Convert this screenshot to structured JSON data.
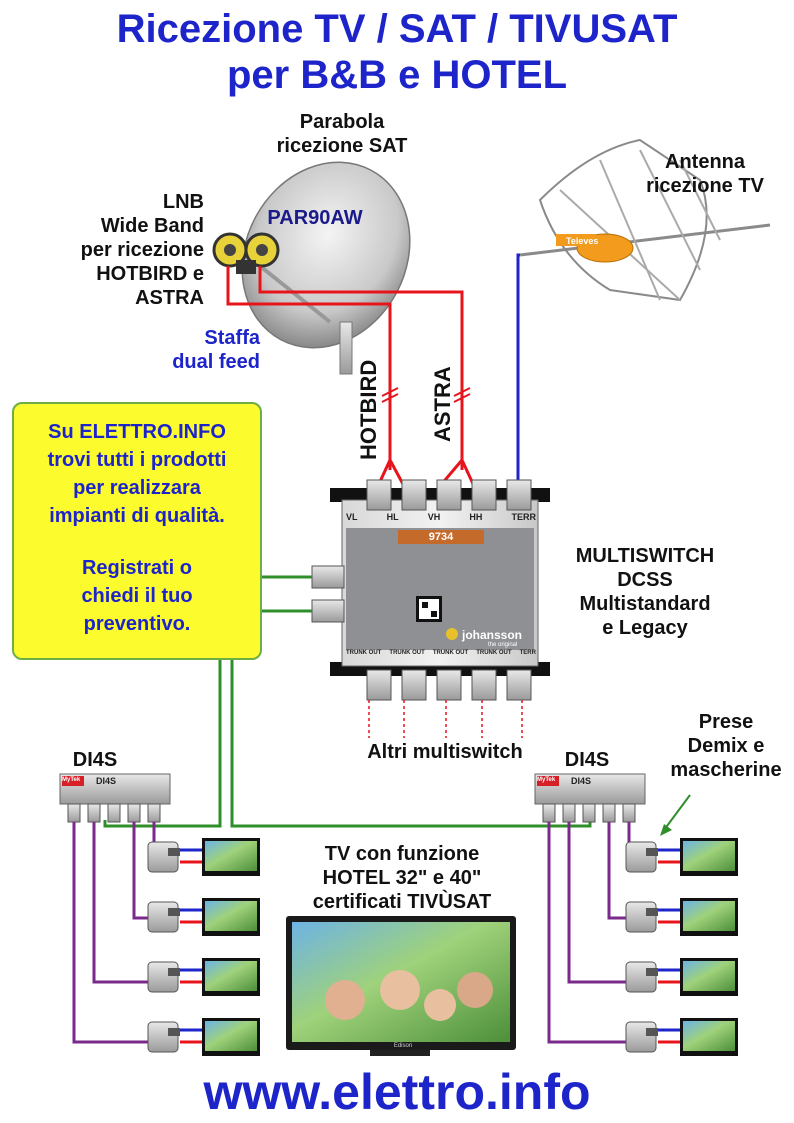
{
  "title": {
    "line1": "Ricezione TV / SAT / TIVUSAT",
    "line2": "per B&B e HOTEL"
  },
  "dish": {
    "label_line1": "Parabola",
    "label_line2": "ricezione SAT",
    "model": "PAR90AW"
  },
  "lnb": {
    "line1": "LNB",
    "line2": "Wide Band",
    "line3": "per ricezione",
    "line4": "HOTBIRD e",
    "line5": "ASTRA"
  },
  "bracket": {
    "line1": "Staffa",
    "line2": "dual feed"
  },
  "antenna": {
    "line1": "Antenna",
    "line2": "ricezione TV",
    "brand": "Televes"
  },
  "cables": {
    "hotbird": "HOTBIRD",
    "astra": "ASTRA"
  },
  "promo": {
    "line1": "Su ELETTRO.INFO",
    "line2": "trovi tutti i prodotti",
    "line3": "per realizzara",
    "line4": "impianti di qualità.",
    "line5": "Registrati o",
    "line6": "chiedi il tuo",
    "line7": "preventivo."
  },
  "multiswitch": {
    "model": "9734",
    "brand": "johansson",
    "tagline": "the original",
    "inputs": [
      "VL",
      "HL",
      "VH",
      "HH",
      "TERR"
    ],
    "outputs": [
      "TRUNK OUT",
      "TRUNK OUT",
      "TRUNK OUT",
      "TRUNK OUT",
      "TERR"
    ],
    "label_line1": "MULTISWITCH",
    "label_line2": "DCSS",
    "label_line3": "Multistandard",
    "label_line4": "e Legacy"
  },
  "other_switches": "Altri multiswitch",
  "splitter_left": {
    "label": "DI4S",
    "brand": "MyTek",
    "model": "DI4S"
  },
  "splitter_right": {
    "label": "DI4S",
    "brand": "MyTek",
    "model": "DI4S"
  },
  "outlets": {
    "line1": "Prese",
    "line2": "Demix e",
    "line3": "mascherine"
  },
  "tv": {
    "line1": "TV con funzione",
    "line2": "HOTEL 32\" e 40\"",
    "line3": "certificati TIVÙSAT",
    "brand": "Edison"
  },
  "website": "www.elettro.info",
  "colors": {
    "title": "#1d24c9",
    "sat_cable": "#e8141c",
    "terr_cable": "#1d24c9",
    "trunk_cable": "#2e8f2a",
    "drop_cable": "#7a2a8a",
    "promo_bg": "#fbfb2e"
  }
}
